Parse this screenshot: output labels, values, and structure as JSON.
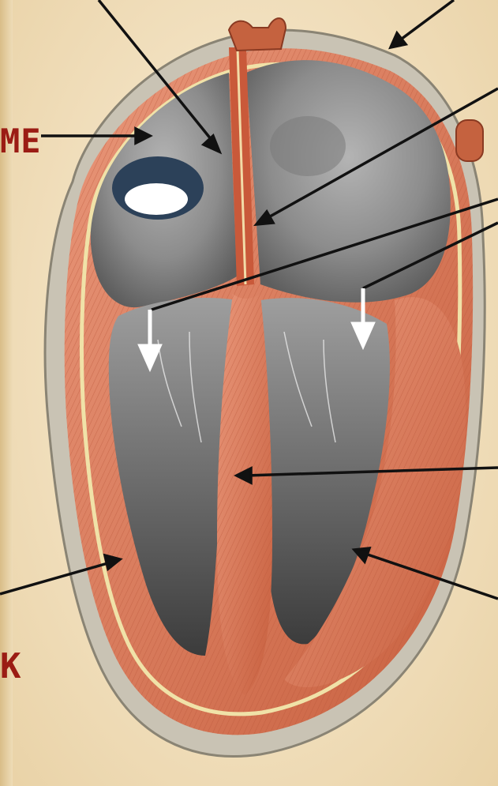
{
  "labels": {
    "upper_left_fragment": "ME",
    "lower_left_fragment": "K"
  },
  "colors": {
    "background": "#f3e3c4",
    "myocardium": "#d9795a",
    "chamber_gray": "#8d8d8d",
    "label_text": "#9b1c14",
    "leader_line": "#111111",
    "flow_arrow": "#ffffff"
  },
  "icons": [
    "leader-arrow",
    "blood-flow-arrow"
  ]
}
